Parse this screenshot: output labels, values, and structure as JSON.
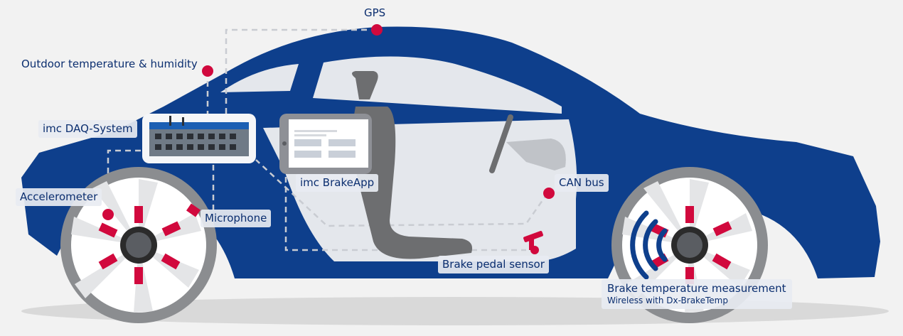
{
  "labels": {
    "gps": "GPS",
    "outdoor": "Outdoor temperature & humidity",
    "daq": "imc DAQ-System",
    "brakeapp": "imc BrakeApp",
    "can": "CAN bus",
    "accelerometer": "Accelerometer",
    "microphone": "Microphone",
    "pedal": "Brake pedal sensor",
    "brake_temp_title": "Brake temperature measurement",
    "brake_temp_sub": "Wireless with Dx-BrakeTemp"
  },
  "colors": {
    "car_body": "#0e3f8c",
    "cabin": "#e4e7ec",
    "sensor_red": "#d1093d",
    "label_text": "#0b2e6f",
    "wheel_tire": "#8b8d90",
    "seat": "#6d6e70"
  }
}
